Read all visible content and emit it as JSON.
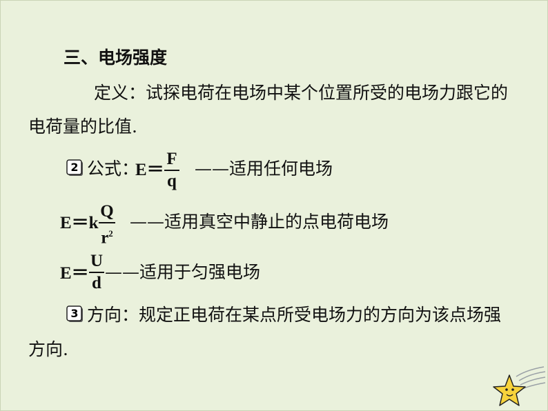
{
  "heading": "三、电场强度",
  "definition": {
    "line1": "定义：试探电荷在电场中某个位置所受的电场力跟它的",
    "line2": "电荷量的比值."
  },
  "formula_section": {
    "badge": "2",
    "label": "公式：",
    "f1": {
      "lhs": "E＝",
      "num": "F",
      "den": "q",
      "note": "——适用任何电场"
    },
    "f2": {
      "lhs": "E＝k",
      "num": "Q",
      "den": "r",
      "den_exp": "2",
      "note": "——适用真空中静止的点电荷电场"
    },
    "f3": {
      "lhs": "E＝",
      "num": "U",
      "den": "d",
      "note": "——适用于匀强电场"
    }
  },
  "direction": {
    "badge": "3",
    "line1": "方向：规定正电荷在某点所受电场力的方向为该点场强",
    "line2": "方向."
  },
  "colors": {
    "background": "#eaf1dc",
    "star": "#f7d33c"
  }
}
